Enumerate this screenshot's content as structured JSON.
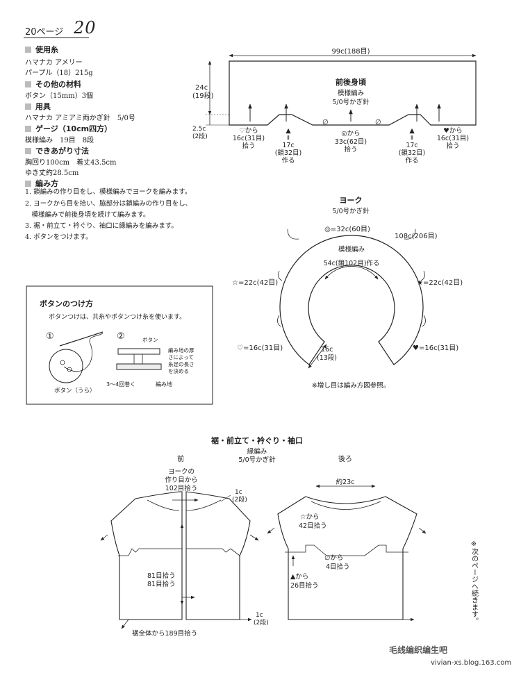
{
  "header": {
    "page_label": "20ページ",
    "page_number": "20"
  },
  "materials": [
    {
      "heading": "使用糸",
      "lines": [
        "ハマナカ アメリー",
        "パープル（18）215g"
      ]
    },
    {
      "heading": "その他の材料",
      "lines": [
        "ボタン（15mm）3個"
      ]
    },
    {
      "heading": "用具",
      "lines": [
        "ハマナカ アミアミ両かぎ針　5/0号"
      ]
    },
    {
      "heading": "ゲージ（10cm四方）",
      "lines": [
        "模様編み　19目　8段"
      ]
    },
    {
      "heading": "できあがり寸法",
      "lines": [
        "胸回り100cm　着丈43.5cm",
        "ゆき丈約28.5cm"
      ]
    },
    {
      "heading": "編み方",
      "lines": []
    }
  ],
  "steps": [
    "1. 鎖編みの作り目をし、模様編みでヨークを編みます。",
    "2. ヨークから目を拾い、脇部分は鎖編みの作り目をし、",
    "　模様編みで前後身頃を続けて編みます。",
    "3. 裾・前立て・衿ぐり、袖口に縁編みを編みます。",
    "4. ボタンをつけます。"
  ],
  "body_panel": {
    "width_label": "99c(188目)",
    "title": "前後身頃",
    "subtitle1": "模様編み",
    "subtitle2": "5/0号かぎ針",
    "height_top": "24c",
    "height_top_rows": "(19段)",
    "height_bottom": "2.5c",
    "height_bottom_rows": "(2段)",
    "pick_left_sym": "♡から",
    "pick_left_1": "16c(31目)",
    "pick_left_2": "拾う",
    "chain_left_sym": "▲",
    "chain_eq": "Ⅱ",
    "chain_left_1": "17c",
    "chain_left_2": "(鎖32目)",
    "chain_left_3": "作る",
    "pick_mid_sym": "◎から",
    "pick_mid_1": "33c(62目)",
    "pick_mid_2": "拾う",
    "chain_right_sym": "▲",
    "chain_right_1": "17c",
    "chain_right_2": "(鎖32目)",
    "chain_right_3": "作る",
    "pick_right_sym": "♥から",
    "pick_right_1": "16c(31目)",
    "pick_right_2": "拾う",
    "empty_sym": "∅"
  },
  "yoke": {
    "title": "ヨーク",
    "hook": "5/0号かぎ針",
    "top_label": "◎=32c(60目)",
    "outer_label": "108c(206目)",
    "pattern": "模様編み",
    "inner_label": "54c(鎖102目)作る",
    "left_star": "☆=22c(42目)",
    "right_star": "★=22c(42目)",
    "left_heart": "♡=16c(31目)",
    "right_heart": "♥=16c(31目)",
    "depth": "16c",
    "depth_rows": "(13段)",
    "note": "※増し目は編み方図参照。"
  },
  "button_box": {
    "title": "ボタンのつけ方",
    "note": "ボタンつけは、共糸やボタンつけ糸を使います。",
    "step1": "①",
    "step2": "②",
    "button_label": "ボタン",
    "thickness_1": "編み地の厚",
    "thickness_2": "さによって",
    "thickness_3": "糸足の長さ",
    "thickness_4": "を決める",
    "button_back": "ボタン（うら）",
    "wrap": "3〜4回巻く",
    "fabric": "編み地"
  },
  "edging": {
    "title": "裾・前立て・衿ぐり・袖口",
    "subtitle1": "縁編み",
    "subtitle2": "5/0号かぎ針",
    "front_label": "前",
    "back_label": "後ろ",
    "yoke_pick_1": "ヨークの",
    "yoke_pick_2": "作り目から",
    "yoke_pick_3": "102目拾う",
    "width_1c_a": "1c",
    "rows_2_a": "(2段)",
    "front_pick": "81目拾う",
    "width_1c_b": "1c",
    "rows_2_b": "(2段)",
    "hem_pick": "裾全体から189目拾う",
    "back_width": "約23c",
    "star_from": "☆から",
    "star_pick": "42目拾う",
    "empty_from": "∅から",
    "empty_pick": "4目拾う",
    "tri_from": "▲から",
    "tri_pick": "26目拾う",
    "continued": "※次のページへ続きます。"
  },
  "watermark": "毛线编织编生吧",
  "url": "vivian-xs.blog.163.com"
}
